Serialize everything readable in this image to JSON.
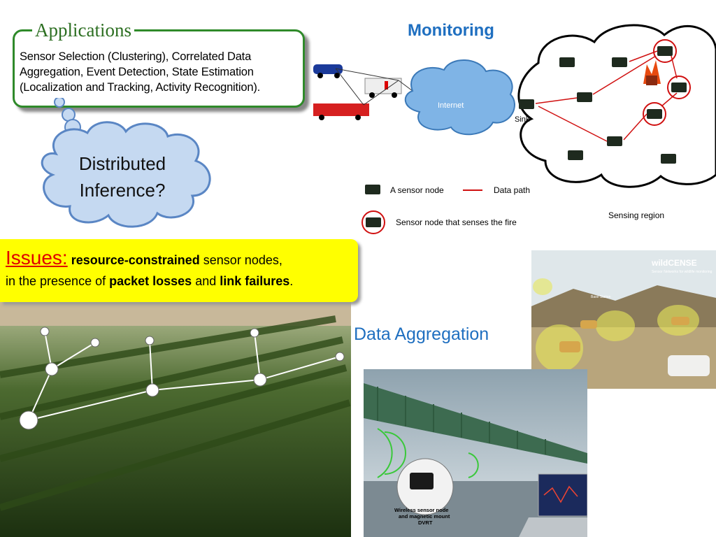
{
  "applications": {
    "title": "Applications",
    "body": "Sensor Selection (Clustering), Correlated Data Aggregation, Event Detection, State Estimation (Localization and Tracking, Activity Recognition)."
  },
  "thought": {
    "line1": "Distributed",
    "line2": "Inference?"
  },
  "monitoring": {
    "title": "Monitoring",
    "internet": "Internet",
    "sink": "Sink",
    "legend_node": "A sensor node",
    "legend_path": "Data path",
    "legend_fire": "Sensor node that senses the fire",
    "sensing_region": "Sensing region"
  },
  "issues": {
    "word": "Issues:",
    "bold1": "resource-constrained",
    "text1": " sensor nodes,",
    "text2": "in the presence of ",
    "bold2": "packet losses",
    "text3": " and ",
    "bold3": "link failures",
    "text4": "."
  },
  "aggregation": {
    "title": "Data Aggregation"
  },
  "wildcense": {
    "title": "wildCENSE",
    "subtitle": "Sensor Networks for wildlife monitoring",
    "base_station": "Base Station"
  },
  "bridge": {
    "caption1": "Wireless sensor node",
    "caption2": "and magnetic mount",
    "caption3": "DVRT"
  },
  "colors": {
    "green": "#2f8a2a",
    "blue": "#1f6fc0",
    "yellow": "#ffff00",
    "red": "#e00000"
  }
}
